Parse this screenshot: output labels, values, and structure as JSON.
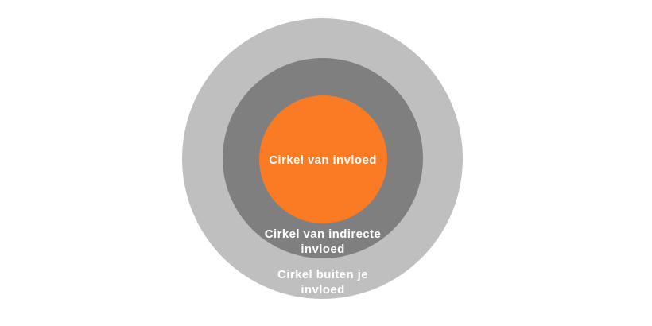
{
  "background": "#FFFFFF",
  "text_color": "#FFFFFF",
  "circles": {
    "inner": {
      "label": "Cirkel van invloed",
      "color": "#FB7B24"
    },
    "middle": {
      "label_lines": [
        "Cirkel van indirecte",
        "invloed"
      ],
      "color": "#7F7F7F"
    },
    "outer": {
      "label_lines": [
        "Cirkel buiten je",
        "invloed"
      ],
      "color": "#BFBFBF"
    }
  }
}
